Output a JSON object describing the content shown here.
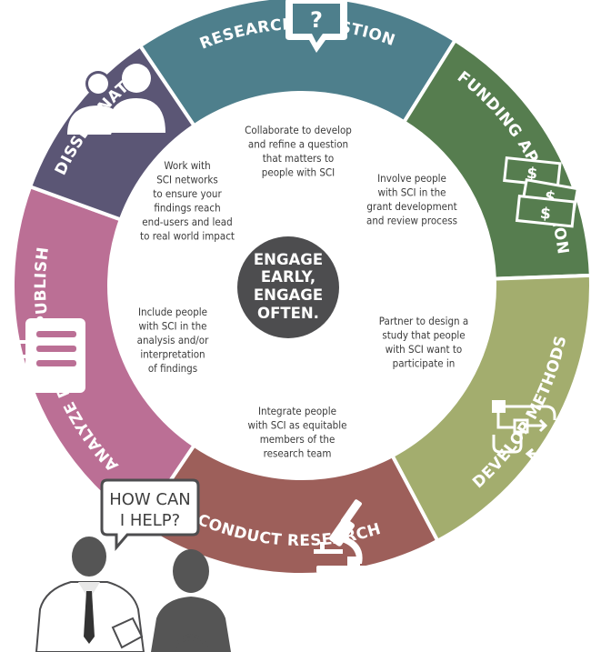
{
  "colors": {
    "research_question": "#4e7f8c",
    "funding_application": "#567d4f",
    "develop_methods": "#a3ad6e",
    "conduct_research": "#9d5f5a",
    "analyze_publish": "#bb6f95",
    "disseminate": "#5b5675",
    "center": "#4d4d4f",
    "people": "#555555"
  },
  "segments": [
    {
      "key": "research_question",
      "title": "RESEARCH QUESTION",
      "icon": "question-speech-bubble-icon",
      "text": [
        "Collaborate to develop",
        "and refine a question",
        "that matters to",
        "people with SCI"
      ]
    },
    {
      "key": "funding_application",
      "title": "FUNDING APPLICATION",
      "icon": "dollar-bills-icon",
      "text": [
        "Involve people",
        "with SCI in the",
        "grant development",
        "and review process"
      ]
    },
    {
      "key": "develop_methods",
      "title": "DEVELOP METHODS",
      "icon": "flowchart-icon",
      "text": [
        "Partner to design a",
        "study that people",
        "with SCI want to",
        "participate in"
      ]
    },
    {
      "key": "conduct_research",
      "title": "CONDUCT RESEARCH",
      "icon": "microscope-icon",
      "text": [
        "Integrate people",
        "with SCI as equitable",
        "members of the",
        "research team"
      ]
    },
    {
      "key": "analyze_publish",
      "title": "ANALYZE DATA & PUBLISH",
      "icon": "document-icon",
      "text": [
        "Include people",
        "with SCI in the",
        "analysis and/or",
        "interpretation",
        "of findings"
      ]
    },
    {
      "key": "disseminate",
      "title": "DISSEMINATE",
      "icon": "people-icon",
      "text": [
        "Work with",
        "SCI networks",
        "to ensure your",
        "findings reach",
        "end-users and lead",
        "to real world impact"
      ]
    }
  ],
  "center": {
    "lines": [
      "ENGAGE",
      "EARLY,",
      "ENGAGE",
      "OFTEN."
    ]
  },
  "speech_bubble": {
    "lines": [
      "HOW CAN",
      "I HELP?"
    ]
  }
}
